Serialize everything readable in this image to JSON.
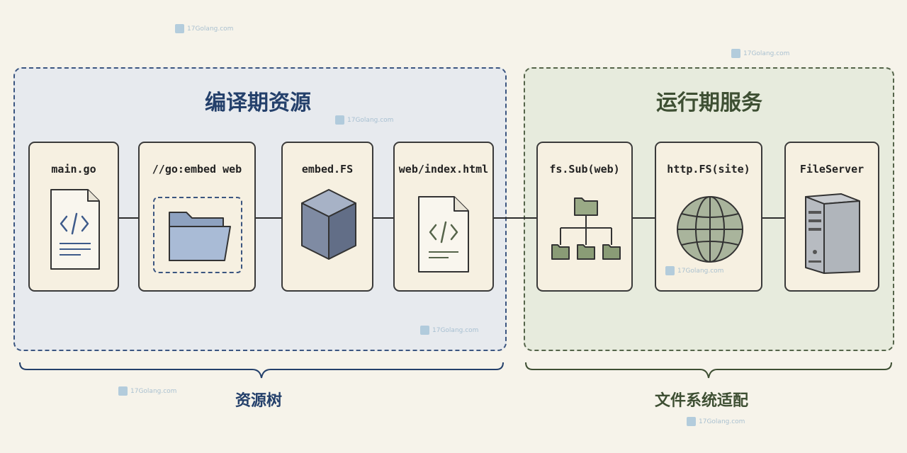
{
  "groups": {
    "left": {
      "title": "编译期资源",
      "label": "资源树"
    },
    "right": {
      "title": "运行期服务",
      "label": "文件系统适配"
    }
  },
  "cards": [
    {
      "label": "main.go",
      "icon": "code-file-icon"
    },
    {
      "label": "//go:embed web",
      "icon": "folder-icon"
    },
    {
      "label": "embed.FS",
      "icon": "cube-icon"
    },
    {
      "label": "web/index.html",
      "icon": "code-file-icon"
    },
    {
      "label": "fs.Sub(web)",
      "icon": "folder-tree-icon"
    },
    {
      "label": "http.FS(site)",
      "icon": "globe-icon"
    },
    {
      "label": "FileServer",
      "icon": "server-icon"
    }
  ],
  "watermark": "17Golang.com",
  "colors": {
    "blue": "#24406b",
    "green": "#3e4f33",
    "card_bg": "#f6f0e1",
    "background": "#f6f3ea"
  }
}
